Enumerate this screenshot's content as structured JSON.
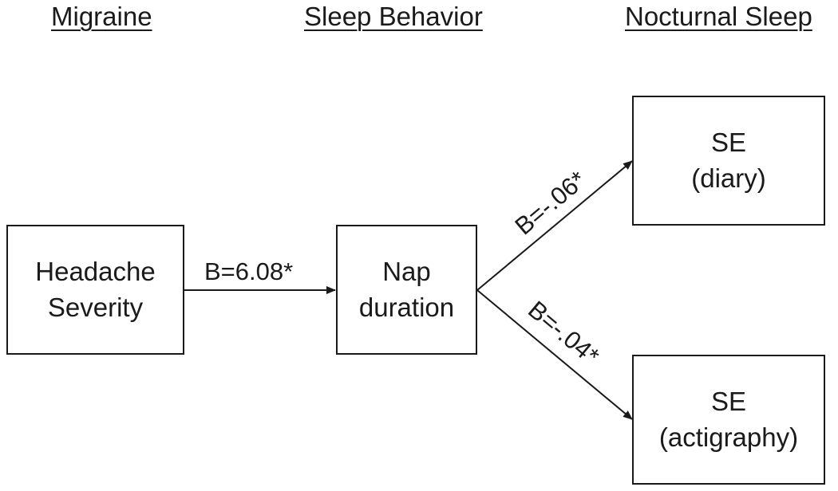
{
  "headings": {
    "migraine": "Migraine",
    "sleep_behavior": "Sleep Behavior",
    "nocturnal_sleep": "Nocturnal Sleep"
  },
  "boxes": {
    "headache": {
      "line1": "Headache",
      "line2": "Severity"
    },
    "nap": {
      "line1": "Nap",
      "line2": "duration"
    },
    "se_diary": {
      "line1": "SE",
      "line2": "(diary)"
    },
    "se_actigraphy": {
      "line1": "SE",
      "line2": "(actigraphy)"
    }
  },
  "paths": {
    "headache_to_nap": "B=6.08*",
    "nap_to_diary": "B=-.06*",
    "nap_to_actigraphy": "B=-.04*"
  }
}
